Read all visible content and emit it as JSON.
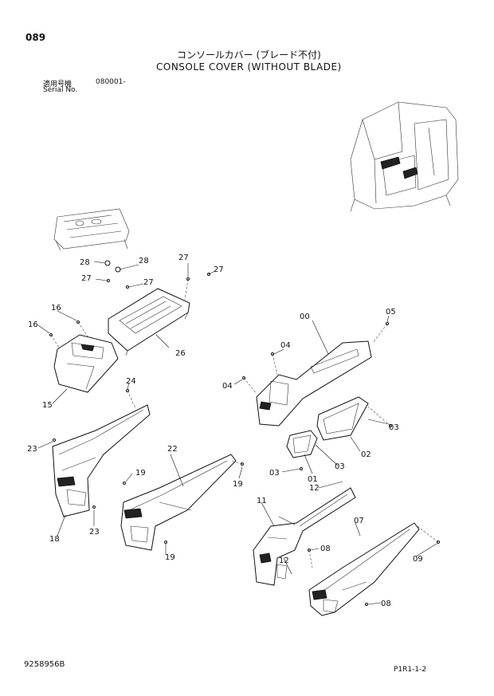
{
  "header": {
    "page_number": "089",
    "title_jp": "コンソールカバー (ブレード不付)",
    "title_en": "CONSOLE COVER (WITHOUT BLADE)",
    "serial_label_jp": "適用号機",
    "serial_label_en": "Serial No.",
    "serial_value": "080001-"
  },
  "footer": {
    "document_number": "9258956B",
    "page_reference": "P1R1-1-2"
  },
  "callouts": {
    "c00": "00",
    "c02": "02",
    "c03a": "03",
    "c03b": "03",
    "c03c": "03",
    "c01": "01",
    "c04a": "04",
    "c04b": "04",
    "c05": "05",
    "c07": "07",
    "c08a": "08",
    "c08b": "08",
    "c09": "09",
    "c11": "11",
    "c12a": "12",
    "c12b": "12",
    "c15": "15",
    "c16a": "16",
    "c16b": "16",
    "c18": "18",
    "c19a": "19",
    "c19b": "19",
    "c19c": "19",
    "c22": "22",
    "c23a": "23",
    "c23b": "23",
    "c24": "24",
    "c26": "26",
    "c27a": "27",
    "c27b": "27",
    "c27c": "27",
    "c27d": "27",
    "c28a": "28",
    "c28b": "28"
  }
}
